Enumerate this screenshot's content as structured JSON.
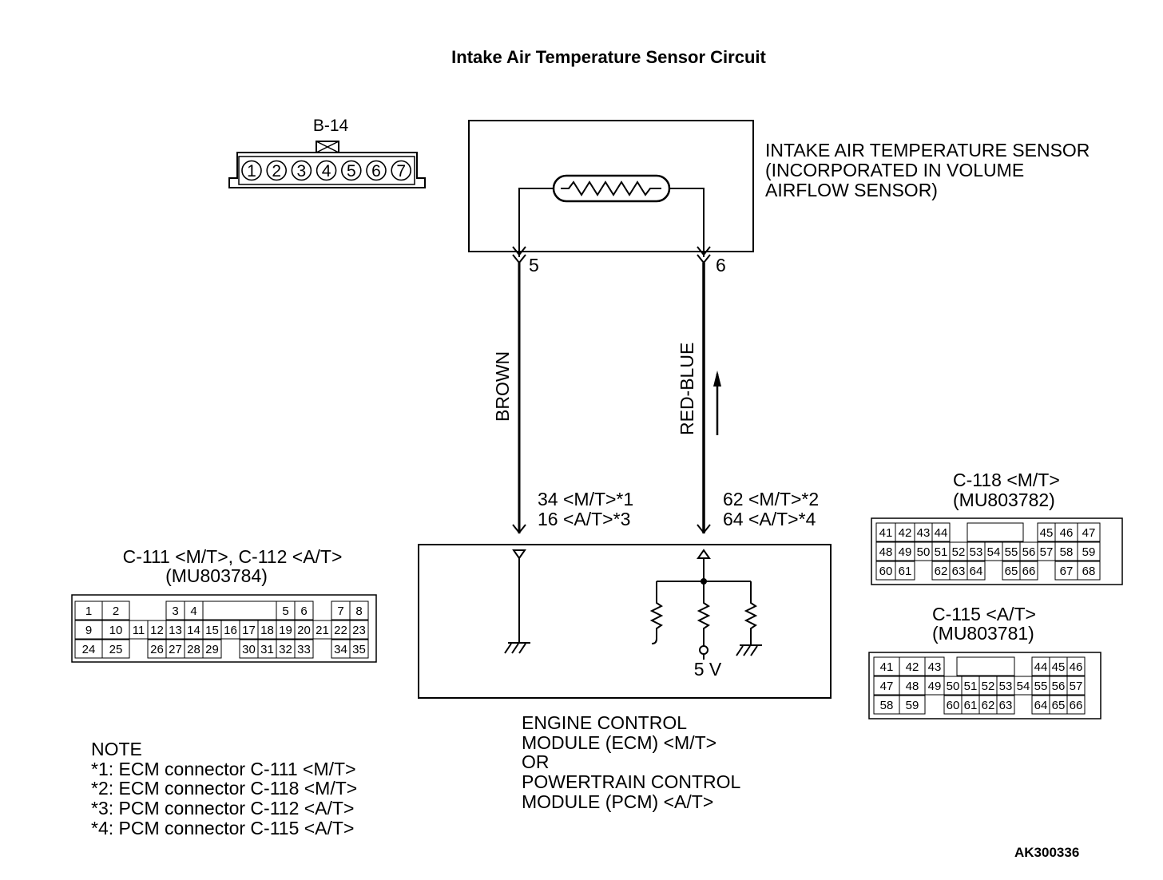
{
  "title": "Intake Air Temperature Sensor Circuit",
  "figure_id": "AK300336",
  "b14": {
    "name": "B-14",
    "pins": [
      "1",
      "2",
      "3",
      "4",
      "5",
      "6",
      "7"
    ]
  },
  "sensor": {
    "lines": [
      "INTAKE AIR TEMPERATURE SENSOR",
      "(INCORPORATED IN VOLUME",
      "AIRFLOW SENSOR)"
    ],
    "pin_left": "5",
    "pin_right": "6"
  },
  "wires": {
    "left": "BROWN",
    "right": "RED-BLUE"
  },
  "ecm_pins": {
    "left": [
      "34 <M/T>*1",
      "16 <A/T>*3"
    ],
    "right": [
      "62 <M/T>*2",
      "64 <A/T>*4"
    ]
  },
  "voltage": "5 V",
  "ecm": {
    "lines": [
      "ENGINE CONTROL",
      "MODULE (ECM) <M/T>",
      "OR",
      "POWERTRAIN CONTROL",
      "MODULE (PCM) <A/T>"
    ]
  },
  "note": {
    "header": "NOTE",
    "lines": [
      "*1: ECM connector C-111 <M/T>",
      "*2: ECM connector C-118 <M/T>",
      "*3: PCM connector C-112 <A/T>",
      "*4: PCM connector C-115 <A/T>"
    ]
  },
  "connectors": {
    "c111": {
      "title": [
        "C-111 <M/T>, C-112 <A/T>",
        "(MU803784)"
      ],
      "rows": [
        [
          "1",
          "2",
          "",
          "3",
          "4",
          "",
          "",
          "",
          "",
          "5",
          "6",
          "",
          "7",
          "8"
        ],
        [
          "9",
          "10",
          "11",
          "12",
          "13",
          "14",
          "15",
          "16",
          "17",
          "18",
          "19",
          "20",
          "21",
          "22",
          "23"
        ],
        [
          "24",
          "25",
          "",
          "26",
          "27",
          "28",
          "29",
          "",
          "30",
          "31",
          "32",
          "33",
          "",
          "34",
          "35"
        ]
      ]
    },
    "c118": {
      "title": [
        "C-118 <M/T>",
        "(MU803782)"
      ],
      "rows": [
        [
          "41",
          "42",
          "43",
          "44",
          "",
          "",
          "",
          "",
          "45",
          "46",
          "47"
        ],
        [
          "48",
          "49",
          "50",
          "51",
          "52",
          "53",
          "54",
          "55",
          "56",
          "57",
          "58",
          "59"
        ],
        [
          "60",
          "61",
          "",
          "62",
          "63",
          "64",
          "",
          "65",
          "66",
          "",
          "67",
          "68"
        ]
      ]
    },
    "c115": {
      "title": [
        "C-115 <A/T>",
        "(MU803781)"
      ],
      "rows": [
        [
          "41",
          "42",
          "43",
          "",
          "",
          "",
          "44",
          "45",
          "46"
        ],
        [
          "47",
          "48",
          "49",
          "50",
          "51",
          "52",
          "53",
          "54",
          "55",
          "56",
          "57"
        ],
        [
          "58",
          "59",
          "",
          "60",
          "61",
          "62",
          "63",
          "",
          "64",
          "65",
          "66"
        ]
      ]
    }
  }
}
